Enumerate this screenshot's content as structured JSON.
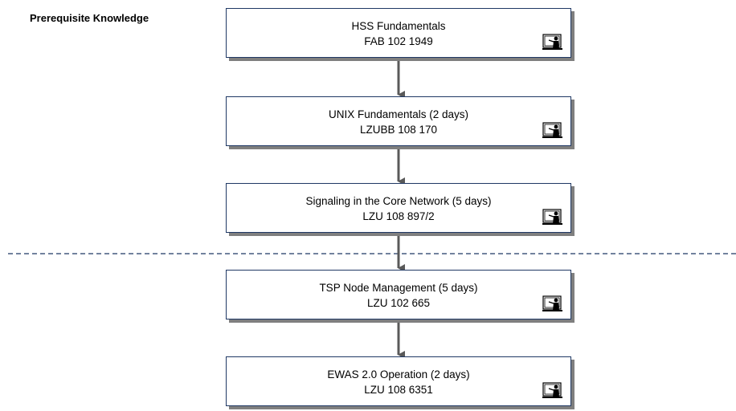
{
  "section_label": "Prerequisite Knowledge",
  "courses": [
    {
      "title": "HSS Fundamentals",
      "code": "FAB 102 1949",
      "icon": "instructor-led-icon"
    },
    {
      "title": "UNIX Fundamentals (2 days)",
      "code": "LZUBB 108 170",
      "icon": "instructor-led-icon"
    },
    {
      "title": "Signaling in the Core Network (5 days)",
      "code": "LZU 108 897/2",
      "icon": "instructor-led-icon"
    },
    {
      "title": "TSP Node Management (5 days)",
      "code": "LZU 102 665",
      "icon": "instructor-led-icon"
    },
    {
      "title": "EWAS 2.0 Operation (2 days)",
      "code": "LZU 108 6351",
      "icon": "instructor-led-icon"
    }
  ],
  "colors": {
    "border": "#1f3864",
    "arrow": "#595959",
    "divider": "#1f3864",
    "shadow": "#7f7f7f"
  }
}
